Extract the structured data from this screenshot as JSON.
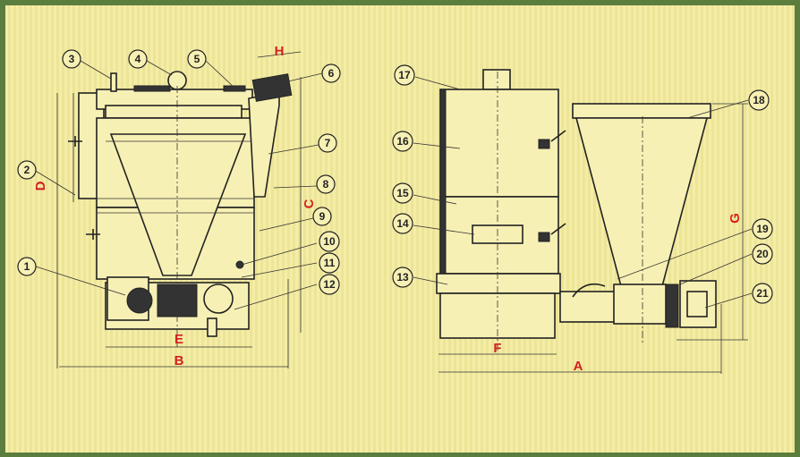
{
  "callouts": [
    "1",
    "2",
    "3",
    "4",
    "5",
    "6",
    "7",
    "8",
    "9",
    "10",
    "11",
    "12",
    "13",
    "14",
    "15",
    "16",
    "17",
    "18",
    "19",
    "20",
    "21"
  ],
  "dimensions": {
    "A": "A",
    "B": "B",
    "C": "C",
    "D": "D",
    "E": "E",
    "F": "F",
    "G": "G",
    "H": "H"
  },
  "colors": {
    "background": "#f4eb9c",
    "border": "#5b7d3e",
    "dimension_text": "#d42020",
    "line": "#222222"
  }
}
